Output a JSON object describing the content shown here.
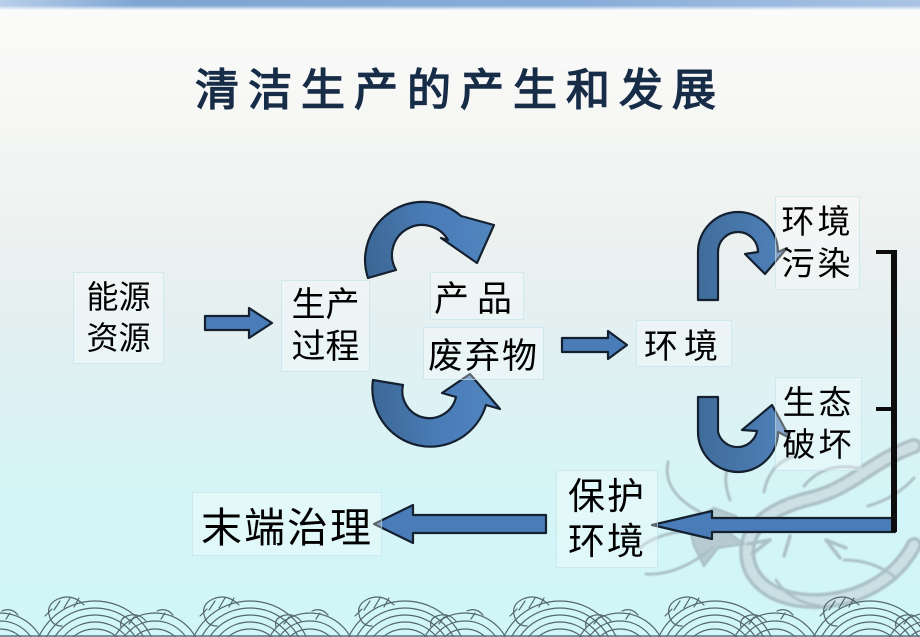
{
  "slide": {
    "title": "清洁生产的产生和发展",
    "colors": {
      "title_text": "#172c47",
      "arrow_fill": "#4a7db8",
      "arrow_fill_dark": "#3c6795",
      "arrow_fill_light": "#5286bf",
      "arrow_outline": "#14202f",
      "bracket": "#0d0d0d",
      "node_text": "#000000",
      "top_bar_blue": "#7fa5d3",
      "background_top": "#fbfbfa",
      "background_bottom": "#d0f6f8",
      "watermark_gray": "#8e959e",
      "wave_line": "#45565f"
    }
  },
  "diagram": {
    "nodes": [
      {
        "id": "energy-resources",
        "lines": [
          "能源",
          "资源"
        ]
      },
      {
        "id": "production-process",
        "lines": [
          "生产",
          "过程"
        ]
      },
      {
        "id": "product",
        "lines": [
          "产品"
        ]
      },
      {
        "id": "waste",
        "lines": [
          "废弃物"
        ]
      },
      {
        "id": "environment",
        "lines": [
          "环境"
        ]
      },
      {
        "id": "environmental-pollution",
        "lines": [
          "环境",
          "污染"
        ]
      },
      {
        "id": "ecological-damage",
        "lines": [
          "生态",
          "破坏"
        ]
      },
      {
        "id": "protect-environment",
        "lines": [
          "保护",
          "环境"
        ]
      },
      {
        "id": "end-of-pipe-treatment",
        "lines": [
          "末端治理"
        ]
      }
    ],
    "edges": [
      {
        "from": "energy-resources",
        "to": "production-process",
        "style": "block-arrow-right"
      },
      {
        "from": "production-process",
        "to": "product",
        "style": "curved-arch-arrow"
      },
      {
        "from": "production-process",
        "to": "waste",
        "style": "curved-u-arrow"
      },
      {
        "from": "waste",
        "to": "environment",
        "style": "block-arrow-right"
      },
      {
        "from": "environment",
        "to": "environmental-pollution",
        "style": "curved-hook-arrow-down"
      },
      {
        "from": "environment",
        "to": "ecological-damage",
        "style": "curved-hook-arrow-up"
      },
      {
        "from": "environmental-pollution",
        "to": "protect-environment",
        "style": "bracket-then-block-arrow-left"
      },
      {
        "from": "ecological-damage",
        "to": "protect-environment",
        "style": "bracket-then-block-arrow-left"
      },
      {
        "from": "protect-environment",
        "to": "end-of-pipe-treatment",
        "style": "block-arrow-left"
      }
    ],
    "decorations": [
      "dragon-watermark",
      "wave-border"
    ]
  }
}
